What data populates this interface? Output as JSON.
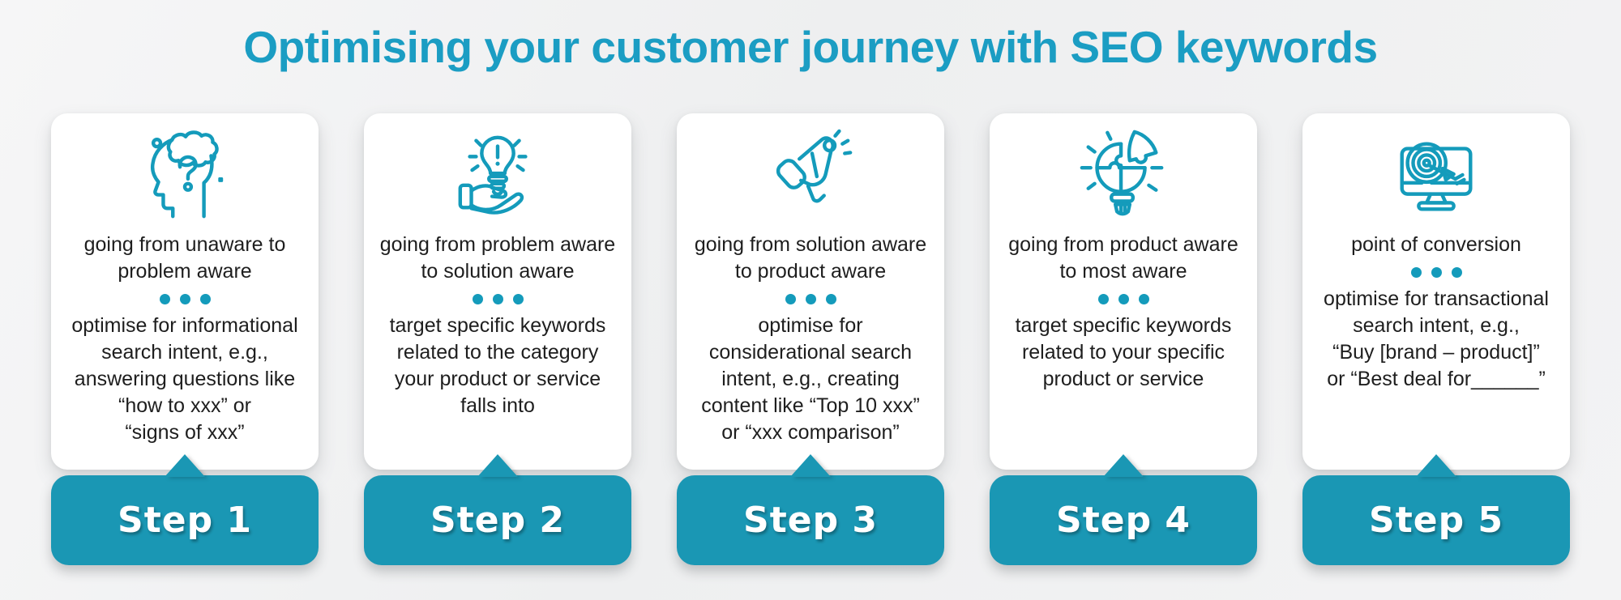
{
  "title": "Optimising your customer journey with SEO keywords",
  "colors": {
    "accent": "#149bbb",
    "title_text": "#1b9dc3",
    "step_bar": "#1a97b4",
    "body_text": "#1e1e1e",
    "card_bg": "#ffffff",
    "page_bg": "#f0f1f2"
  },
  "cards": [
    {
      "icon": "thinking-head-icon",
      "heading": "going from unaware to\nproblem aware",
      "body": "optimise for informational\nsearch intent, e.g.,\nanswering questions like\n“how to xxx” or\n“signs of xxx”",
      "step_label": "Step 1"
    },
    {
      "icon": "idea-hand-bulb-icon",
      "heading": "going from problem aware\nto solution aware",
      "body": "target specific keywords\nrelated to the category\nyour product or service\nfalls into",
      "step_label": "Step 2"
    },
    {
      "icon": "megaphone-icon",
      "heading": "going from solution aware\nto product aware",
      "body": "optimise for\nconsiderational search\nintent, e.g., creating\ncontent like “Top 10 xxx”\nor “xxx comparison”",
      "step_label": "Step 3"
    },
    {
      "icon": "puzzle-bulb-icon",
      "heading": "going from product aware\nto most aware",
      "body": "target specific keywords\nrelated to your specific\nproduct or service",
      "step_label": "Step 4"
    },
    {
      "icon": "monitor-target-icon",
      "heading": "point of conversion",
      "body": "optimise for transactional\nsearch intent, e.g.,\n“Buy [brand – product]”\nor “Best deal for______”",
      "step_label": "Step 5"
    }
  ]
}
